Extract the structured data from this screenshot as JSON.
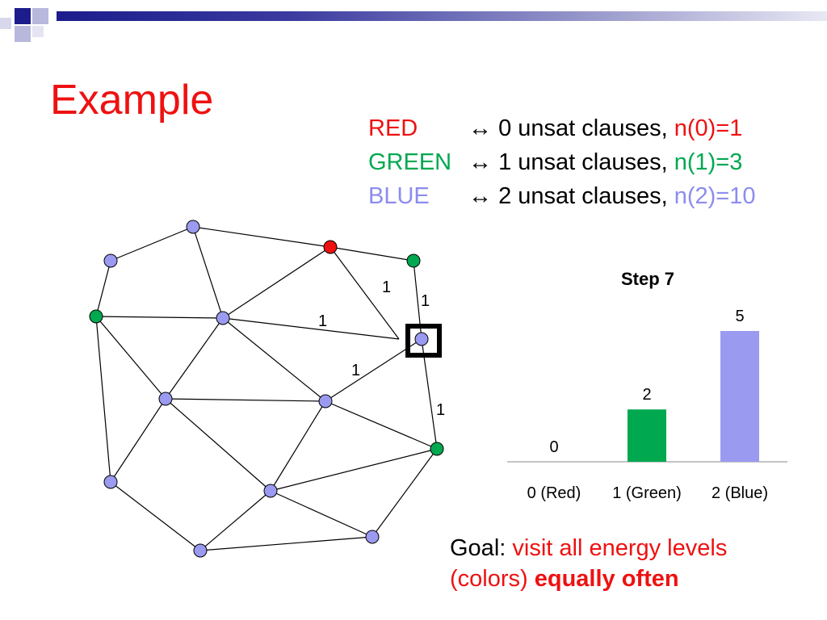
{
  "slide": {
    "title": "Example"
  },
  "legend": [
    {
      "color_name": "RED",
      "arrow": "↔",
      "text": "0 unsat clauses,",
      "count": "n(0)=1",
      "color": "#ee1111"
    },
    {
      "color_name": "GREEN",
      "arrow": "↔",
      "text": "1 unsat clauses,",
      "count": "n(1)=3",
      "color": "#00a850"
    },
    {
      "color_name": "BLUE",
      "arrow": "↔",
      "text": "2 unsat clauses,",
      "count": "n(2)=10",
      "color": "#8c8cf0"
    }
  ],
  "graph": {
    "node_colors": {
      "red": "#ee1111",
      "green": "#00a850",
      "blue": "#9a9af0"
    },
    "edge_labels": [
      "1",
      "1",
      "1",
      "1",
      "1"
    ],
    "selected_node": "square-highlighted node"
  },
  "chart_data": {
    "type": "bar",
    "title": "Step 7",
    "categories": [
      "0 (Red)",
      "1 (Green)",
      "2 (Blue)"
    ],
    "values": [
      0,
      2,
      5
    ],
    "colors": [
      "#ee1111",
      "#00a850",
      "#9a9af0"
    ],
    "ylim": [
      0,
      5
    ],
    "grid": false
  },
  "goal": {
    "prefix": "Goal: ",
    "line1_red": "visit all energy levels",
    "line2_red": "(colors) ",
    "line2_bold": "equally often"
  },
  "colors": {
    "accent_red": "#ee1111",
    "accent_green": "#00a850",
    "accent_blue": "#8c8cf0"
  }
}
